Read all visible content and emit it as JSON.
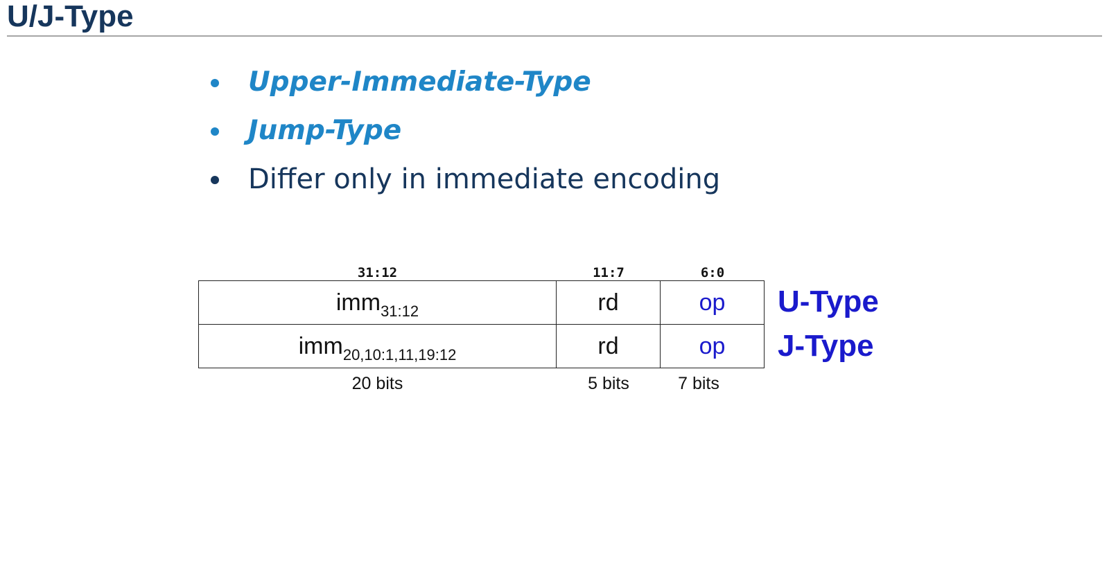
{
  "title": "U/J-Type",
  "bullets": [
    {
      "text": "Upper-Immediate-Type",
      "style": "accent"
    },
    {
      "text": "Jump-Type",
      "style": "accent"
    },
    {
      "text": "Differ only in immediate encoding",
      "style": "plain"
    }
  ],
  "encoding": {
    "bit_ranges": [
      "31:12",
      "11:7",
      "6:0"
    ],
    "rows": [
      {
        "type": "U-Type",
        "imm_base": "imm",
        "imm_sub": "31:12",
        "rd": "rd",
        "op": "op"
      },
      {
        "type": "J-Type",
        "imm_base": "imm",
        "imm_sub": "20,10:1,11,19:12",
        "rd": "rd",
        "op": "op"
      }
    ],
    "widths": [
      "20 bits",
      "5 bits",
      "7 bits"
    ]
  },
  "colors": {
    "title": "#16365c",
    "accent_bullet": "#1f86c7",
    "op_and_type_label": "#1a1acc"
  }
}
